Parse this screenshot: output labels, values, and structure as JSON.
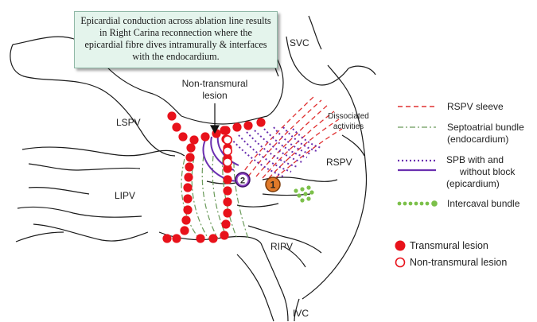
{
  "callout": {
    "text": "Epicardial conduction across ablation line results in Right Carina reconnection where the epicardial fibre dives intramurally & interfaces with the endocardium."
  },
  "anatomy": {
    "svc": "SVC",
    "lspv": "LSPV",
    "lipv": "LIPV",
    "rspv": "RSPV",
    "ripv": "RIPV",
    "ivc": "IVC",
    "non_transmural_line1": "Non-transmural",
    "non_transmural_line2": "lesion",
    "dissociated_line1": "Dissociated",
    "dissociated_line2": "activities"
  },
  "markers": {
    "site1": "1",
    "site2": "2"
  },
  "legend": {
    "rspv_sleeve": "RSPV sleeve",
    "septoatrial_line1": "Septoatrial bundle",
    "septoatrial_line2": "(endocardium)",
    "spb_line1": "SPB with and",
    "spb_line2": "without block",
    "spb_line3": "(epicardium)",
    "intercaval": "Intercaval bundle",
    "transmural": "Transmural lesion",
    "non_transmural": "Non-transmural lesion"
  },
  "colors": {
    "rspv_sleeve": "#e03030",
    "septoatrial": "#6a9a5a",
    "spb": "#6a2fb0",
    "intercaval": "#7cc04a",
    "lesion": "#e8121b",
    "site1": "#e07a2a",
    "site2": "#8a3fc0"
  }
}
